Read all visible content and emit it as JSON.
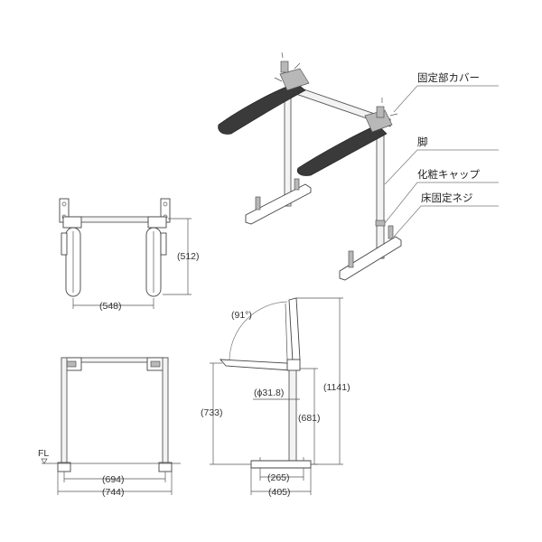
{
  "labels": {
    "cover": "固定部カバー",
    "leg": "脚",
    "cap": "化粧キャップ",
    "screw": "床固定ネジ"
  },
  "dimensions": {
    "top_height": "(512)",
    "top_width": "(548)",
    "front_inner": "(694)",
    "front_outer": "(744)",
    "angle": "(91°)",
    "pipe_dia": "(ϕ31.8)",
    "seat_height": "(733)",
    "total_height": "(1141)",
    "seat_to_base": "(681)",
    "base_inner": "(265)",
    "base_outer": "(405)",
    "floor_line": "FL"
  }
}
